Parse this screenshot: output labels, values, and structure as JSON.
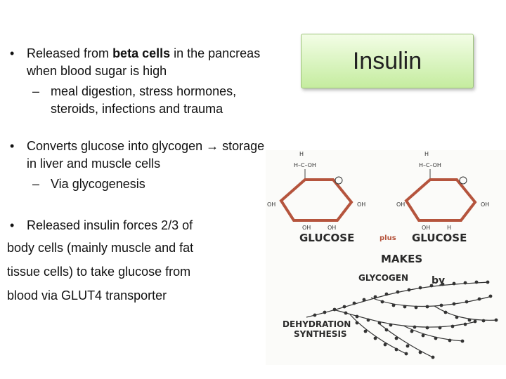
{
  "slide": {
    "title": "Insulin",
    "bullet1": {
      "marker": "•",
      "text_before": "Released from ",
      "bold": "beta cells",
      "text_after": " in the pancreas when blood sugar is high",
      "sub": "meal digestion, stress hormones, steroids, infections and trauma"
    },
    "bullet2": {
      "marker": "•",
      "text": "Converts glucose into glycogen → storage in liver and muscle cells",
      "sub": "Via glycogenesis"
    },
    "bullet3": {
      "marker": "•",
      "first_line": "Released insulin forces 2/3 of",
      "lines": [
        "body cells (mainly muscle and fat",
        "tissue cells) to take glucose from",
        "blood via GLUT4 transporter"
      ]
    },
    "sub_marker": "–",
    "figure": {
      "group_top": "H–C–OH",
      "group_h": "H",
      "oh": "OH",
      "h": "H",
      "glucose_left": "GLUCOSE",
      "plus": "plus",
      "glucose_right": "GLUCOSE",
      "makes": "MAKES",
      "glycogen": "GLYCOGEN",
      "by": "by",
      "dehydration": "DEHYDRATION",
      "synthesis": "SYNTHESIS"
    }
  }
}
